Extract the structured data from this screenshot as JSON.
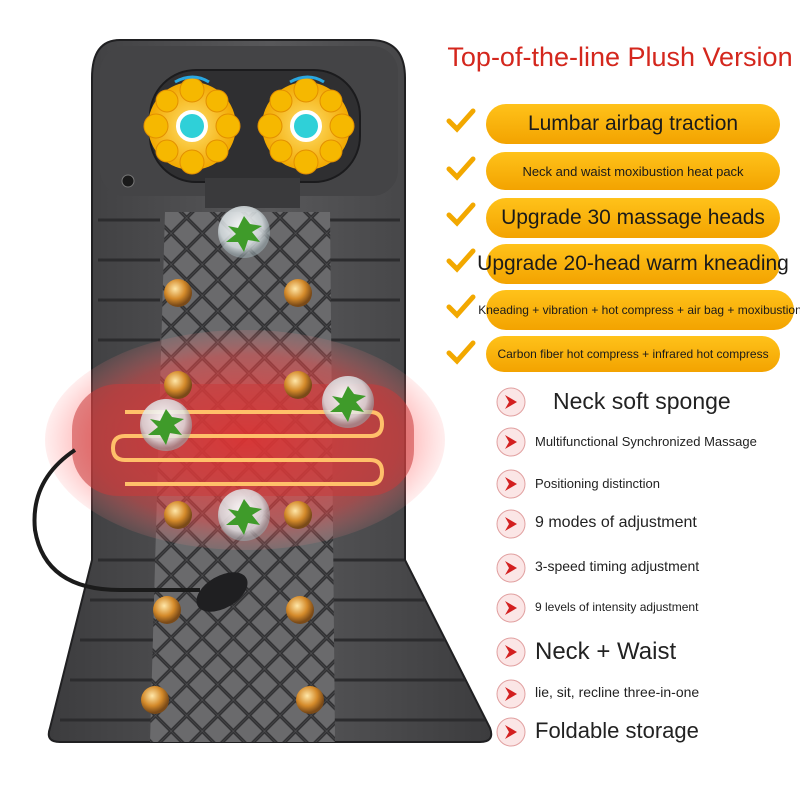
{
  "title": "Top-of-the-line Plush Version",
  "features": [
    {
      "label": "Lumbar airbag traction"
    },
    {
      "label": "Neck and waist moxibustion heat pack"
    },
    {
      "label": "Upgrade 30 massage heads"
    },
    {
      "label": "Upgrade 20-head warm kneading"
    },
    {
      "label": "Kneading + vibration + hot compress + air bag + moxibustion"
    },
    {
      "label": "Carbon fiber hot compress + infrared hot compress"
    }
  ],
  "specs": [
    {
      "label": "Neck soft sponge"
    },
    {
      "label": "Multifunctional Synchronized Massage"
    },
    {
      "label": "Positioning distinction"
    },
    {
      "label": "9 modes of adjustment"
    },
    {
      "label": "3-speed timing adjustment"
    },
    {
      "label": "9 levels of intensity adjustment"
    },
    {
      "label": "Neck + Waist"
    },
    {
      "label": "lie, sit, recline three-in-one"
    },
    {
      "label": "Foldable storage"
    }
  ],
  "colors": {
    "accent": "#f6b40e",
    "title": "#d4271d",
    "arrow": "#d32020",
    "mat": "#4b4b4d"
  },
  "icons": {
    "check": "checkmark-icon",
    "arrow": "red-arrow-icon"
  }
}
